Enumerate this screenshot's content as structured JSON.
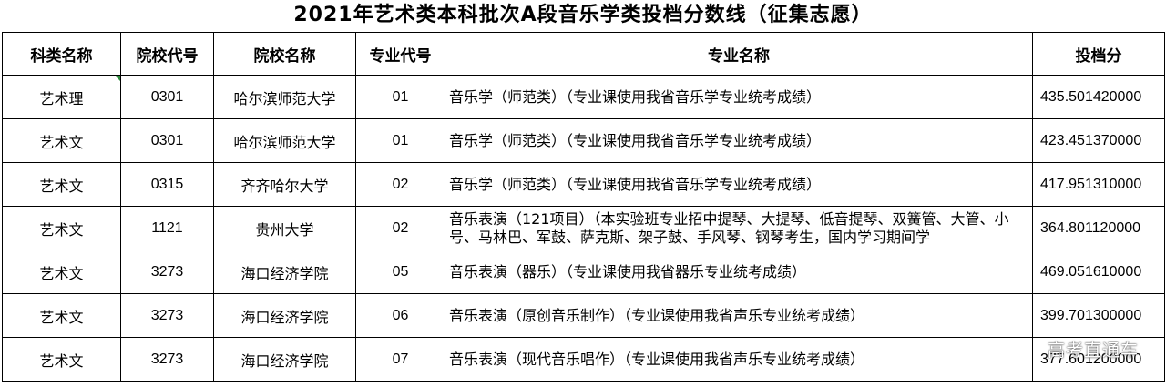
{
  "title": "2021年艺术类本科批次A段音乐学类投档分数线（征集志愿）",
  "headers": [
    "科类名称",
    "院校代号",
    "院校名称",
    "专业代号",
    "专业名称",
    "投档分"
  ],
  "rows": [
    {
      "category": "艺术理",
      "school_code": "0301",
      "school_name": "哈尔滨师范大学",
      "major_code": "01",
      "major_name": "音乐学（师范类）（专业课使用我省音乐学专业统考成绩）",
      "score": "435.501420000"
    },
    {
      "category": "艺术文",
      "school_code": "0301",
      "school_name": "哈尔滨师范大学",
      "major_code": "01",
      "major_name": "音乐学（师范类）（专业课使用我省音乐学专业统考成绩）",
      "score": "423.451370000"
    },
    {
      "category": "艺术文",
      "school_code": "0315",
      "school_name": "齐齐哈尔大学",
      "major_code": "02",
      "major_name": "音乐学（师范类）（专业课使用我省音乐学专业统考成绩）",
      "score": "417.951310000"
    },
    {
      "category": "艺术文",
      "school_code": "1121",
      "school_name": "贵州大学",
      "major_code": "02",
      "major_name": "音乐表演（121项目）（本实验班专业招中提琴、大提琴、低音提琴、双簧管、大管、小号、马林巴、军鼓、萨克斯、架子鼓、手风琴、钢琴考生，国内学习期间学",
      "score": "364.801120000"
    },
    {
      "category": "艺术文",
      "school_code": "3273",
      "school_name": "海口经济学院",
      "major_code": "05",
      "major_name": "音乐表演（器乐）（专业课使用我省器乐专业统考成绩）",
      "score": "469.051610000"
    },
    {
      "category": "艺术文",
      "school_code": "3273",
      "school_name": "海口经济学院",
      "major_code": "06",
      "major_name": "音乐表演（原创音乐制作）（专业课使用我省声乐专业统考成绩）",
      "score": "399.701300000"
    },
    {
      "category": "艺术文",
      "school_code": "3273",
      "school_name": "海口经济学院",
      "major_code": "07",
      "major_name": "音乐表演（现代音乐唱作）（专业课使用我省声乐专业统考成绩）",
      "score": "377.601200000"
    }
  ],
  "watermark": "高考直通车",
  "colors": {
    "border": "#000000",
    "background": "#ffffff",
    "cell_marker": "#2e8b3d"
  }
}
